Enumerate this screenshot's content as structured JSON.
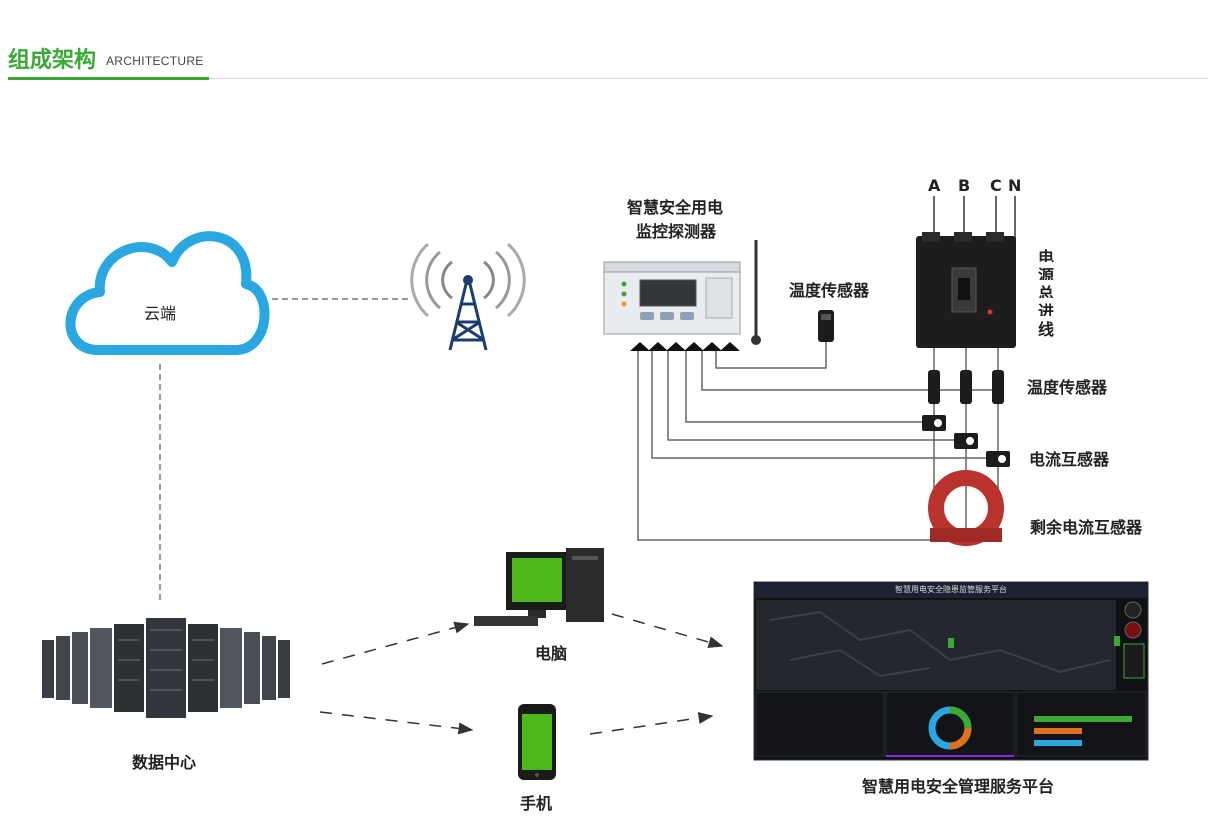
{
  "header": {
    "title": "组成架构",
    "subtitle": "ARCHITECTURE"
  },
  "nodes": {
    "cloud": "云端",
    "detector_line1": "智慧安全用电",
    "detector_line2": "监控探测器",
    "temp_sensor_top": "温度传感器",
    "phases": [
      "A",
      "B",
      "C",
      "N"
    ],
    "main_line": [
      "电",
      "源",
      "总",
      "进",
      "线"
    ],
    "temp_sensor_right": "温度传感器",
    "current_transformer": "电流互感器",
    "residual_transformer": "剩余电流互感器",
    "datacenter": "数据中心",
    "computer": "电脑",
    "phone": "手机",
    "platform": "智慧用电安全管理服务平台"
  },
  "platform_screen": {
    "title": "智慧用电安全隐患监管服务平台"
  },
  "colors": {
    "accent": "#3aaa35",
    "cloud": "#2aa7e0",
    "residual": "#b8332e"
  }
}
